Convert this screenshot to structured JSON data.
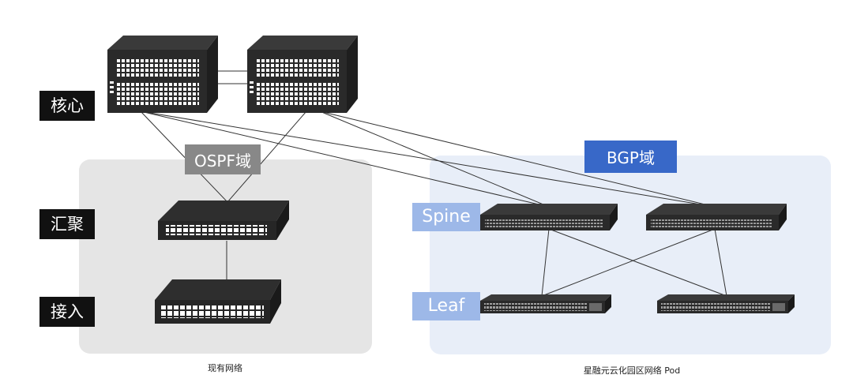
{
  "layers": {
    "core": "核心",
    "aggregation": "汇聚",
    "access": "接入"
  },
  "domains": {
    "ospf": "OSPF域",
    "bgp": "BGP域"
  },
  "pod_layers": {
    "spine": "Spine",
    "leaf": "Leaf"
  },
  "captions": {
    "existing_network": "现有网络",
    "pod": "星融元云化园区网络 Pod"
  },
  "colors": {
    "existing_region_bg": "#e5e5e5",
    "pod_region_bg": "#e8eef8",
    "bgp_badge": "#3868c8",
    "ospf_badge": "#888888",
    "spine_leaf_tag": "#9db8e8",
    "layer_tag": "#111111"
  }
}
